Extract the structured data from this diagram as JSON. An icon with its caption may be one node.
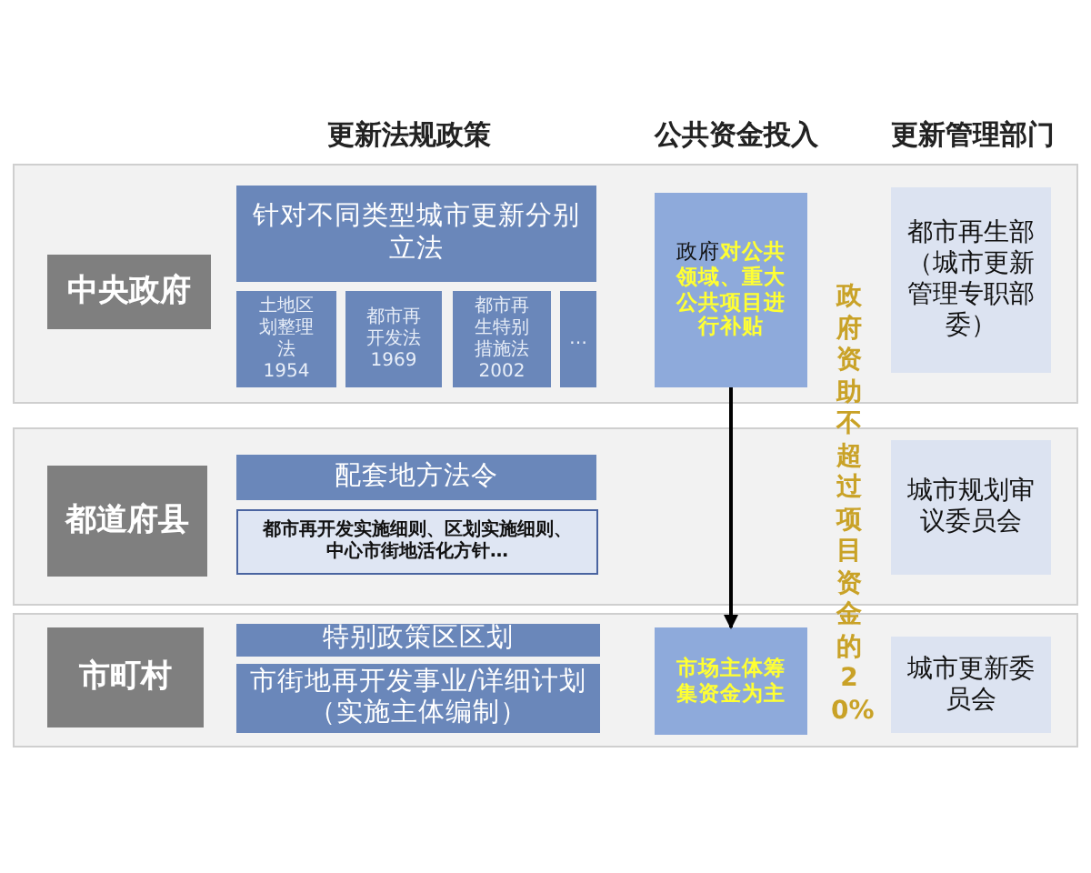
{
  "diagram": {
    "nodes": [
      {
        "text": [],
        "shape": "band"
      },
      {
        "text": [
          "中央政府"
        ],
        "in": 0
      },
      {
        "text": [
          "针对不同类型城市更新分别立法"
        ],
        "in": 0
      },
      {
        "text": [
          "土地区划整理法",
          "1954"
        ],
        "in": 0
      },
      {
        "text": [
          "都市再开发法",
          "1969"
        ],
        "in": 0
      },
      {
        "text": [
          "都市再生特别措施法",
          "2002"
        ],
        "in": 0
      },
      {
        "text": [
          "…"
        ],
        "in": 0
      },
      {
        "text": [
          "政府",
          "对公共领域、重大公共项目进行补贴"
        ],
        "in": 0
      },
      {
        "text": [
          "都市再生部（城市更新管理专职部委）"
        ],
        "in": 0
      },
      {
        "text": [],
        "shape": "band"
      },
      {
        "text": [
          "都道府县"
        ],
        "in": 9
      },
      {
        "text": [
          "配套地方法令"
        ],
        "in": 9
      },
      {
        "text": [
          "都市再开发实施细则、区划实施细则、中心市街地活化方针…"
        ],
        "in": 9
      },
      {
        "text": [
          "城市规划审议委员会"
        ],
        "in": 9
      },
      {
        "text": [],
        "shape": "band"
      },
      {
        "text": [
          "市町村"
        ],
        "in": 14
      },
      {
        "text": [
          "特别政策区区划"
        ],
        "in": 14
      },
      {
        "text": [
          "市街地再开发事业/详细计划（实施主体编制）"
        ],
        "in": 14
      },
      {
        "text": [
          "市场主体筹集资金为主"
        ],
        "in": 14
      },
      {
        "text": [
          "城市更新委员会"
        ],
        "in": 14
      }
    ],
    "edges": [
      {
        "from": 7,
        "to": 18,
        "arrow": "to"
      }
    ],
    "labels": [
      "更新法规政策",
      "公共资金投入",
      "更新管理部门",
      "政府资助不超过项目资金的20%"
    ]
  }
}
